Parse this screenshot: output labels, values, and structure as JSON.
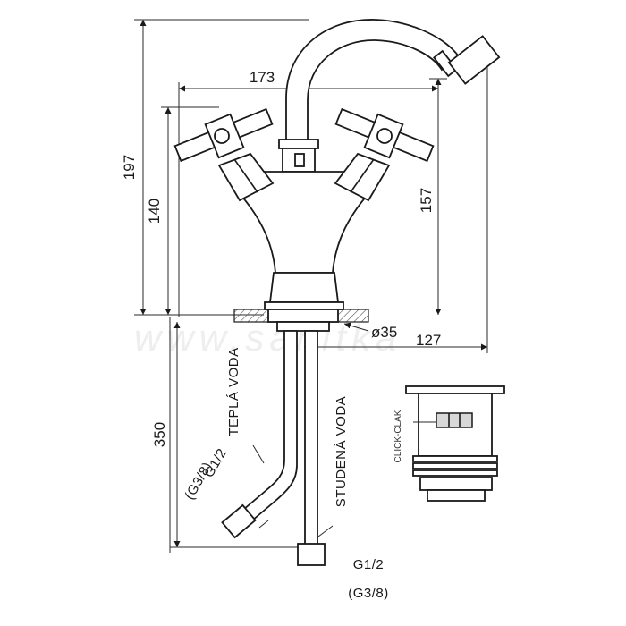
{
  "dimensions": {
    "overall_height": "197",
    "spout_reach": "173",
    "handle_height": "140",
    "spout_height": "157",
    "base_diameter": "ø35",
    "max_width": "127",
    "hose_length": "350"
  },
  "hoses": {
    "hot_label": "TEPLÁ VODA",
    "hot_thread": "G1/2",
    "hot_thread_alt": "(G3/8)",
    "cold_label": "STUDENÁ VODA",
    "cold_thread": "G1/2",
    "cold_thread_alt": "(G3/8)"
  },
  "drain": {
    "label": "CLICK-CLAK"
  },
  "colors": {
    "line": "#1a1a1a",
    "fill_shade": "#d8d8d8",
    "watermark": "#eeeeee"
  }
}
